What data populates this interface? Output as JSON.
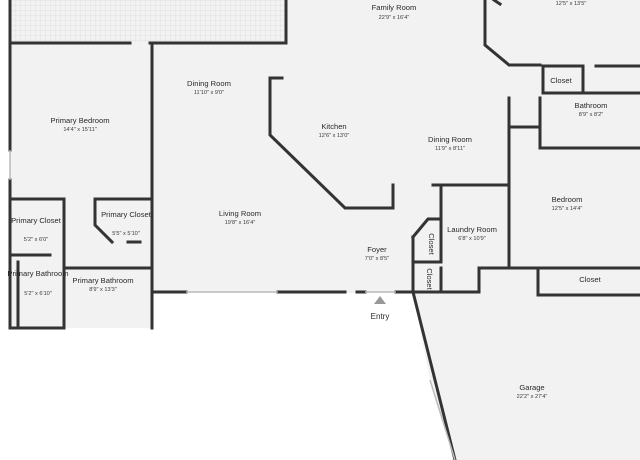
{
  "plan": {
    "rooms": {
      "family_room": {
        "name": "Family Room",
        "dims": "22'9\" x 16'4\""
      },
      "top_right_room": {
        "name": "",
        "dims": "12'5\" x 13'5\""
      },
      "dining_room_left": {
        "name": "Dining Room",
        "dims": "11'10\" x 9'0\""
      },
      "kitchen": {
        "name": "Kitchen",
        "dims": "12'6\" x 13'0\""
      },
      "dining_room_right": {
        "name": "Dining Room",
        "dims": "11'9\" x 8'11\""
      },
      "primary_bedroom": {
        "name": "Primary Bedroom",
        "dims": "14'4\" x 15'11\""
      },
      "living_room": {
        "name": "Living Room",
        "dims": "19'8\" x 16'4\""
      },
      "primary_closet_1": {
        "name": "Primary Closet",
        "dims": "5'2\" x 6'0\""
      },
      "primary_closet_2": {
        "name": "Primary Closet",
        "dims": "5'5\" x 5'10\""
      },
      "primary_bathroom_1": {
        "name": "Primary Bathroom",
        "dims": "5'2\" x 6'10\""
      },
      "primary_bathroom_2": {
        "name": "Primary Bathroom",
        "dims": "8'9\" x 13'3\""
      },
      "foyer": {
        "name": "Foyer",
        "dims": "7'0\" x 8'5\""
      },
      "laundry_room": {
        "name": "Laundry Room",
        "dims": "6'8\" x 10'9\""
      },
      "bathroom": {
        "name": "Bathroom",
        "dims": "8'9\" x 8'2\""
      },
      "bedroom": {
        "name": "Bedroom",
        "dims": "12'5\" x 14'4\""
      },
      "garage": {
        "name": "Garage",
        "dims": "22'2\" x 27'4\""
      }
    },
    "closet_labels": {
      "top_right": "Closet",
      "right": "Closet",
      "vertical_1": "Closet",
      "vertical_2": "Closet"
    },
    "entry_label": "Entry",
    "colors": {
      "floor": "#f2f2f2",
      "wall": "#333333",
      "patio_grid": "#cfcfcf",
      "door_line": "#bbbbbb",
      "background": "#ffffff"
    }
  }
}
